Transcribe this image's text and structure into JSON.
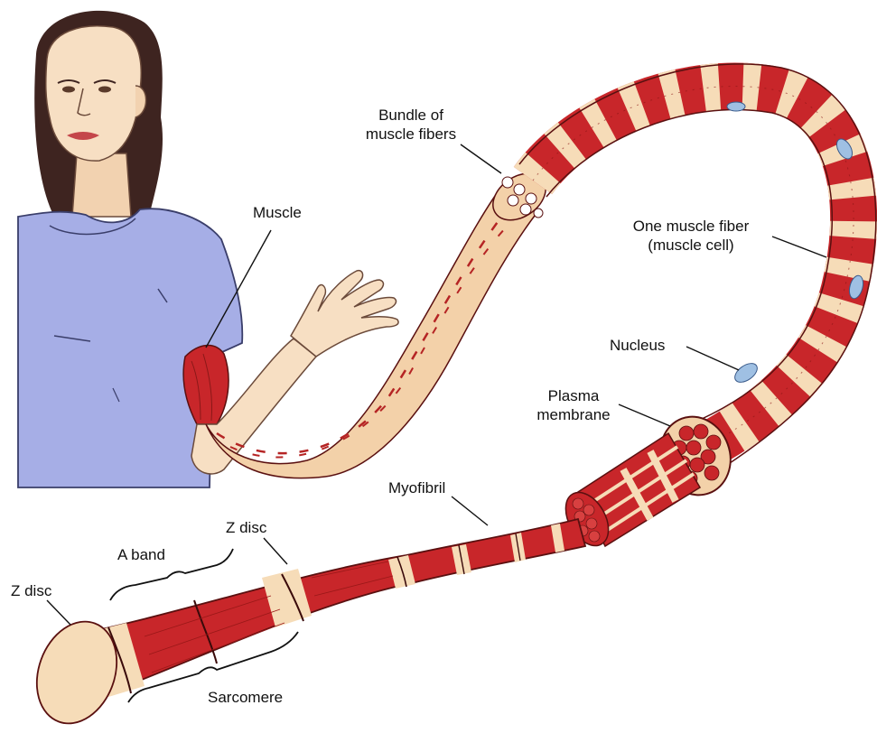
{
  "labels": {
    "bundle": [
      "Bundle of",
      "muscle fibers"
    ],
    "muscle": "Muscle",
    "one_fiber": [
      "One muscle fiber",
      "(muscle cell)"
    ],
    "nucleus": "Nucleus",
    "plasma": [
      "Plasma",
      "membrane"
    ],
    "myofibril": "Myofibril",
    "z_disc_top": "Z disc",
    "a_band": "A band",
    "z_disc_left": "Z disc",
    "sarcomere": "Sarcomere"
  },
  "colors": {
    "muscle_red": "#c8262a",
    "band_cream": "#f6dcb8",
    "shirt_blue": "#a6aee6",
    "skin": "#f7dfc3",
    "hair": "#3e2420",
    "nucleus_blue": "#9fc0e3"
  }
}
